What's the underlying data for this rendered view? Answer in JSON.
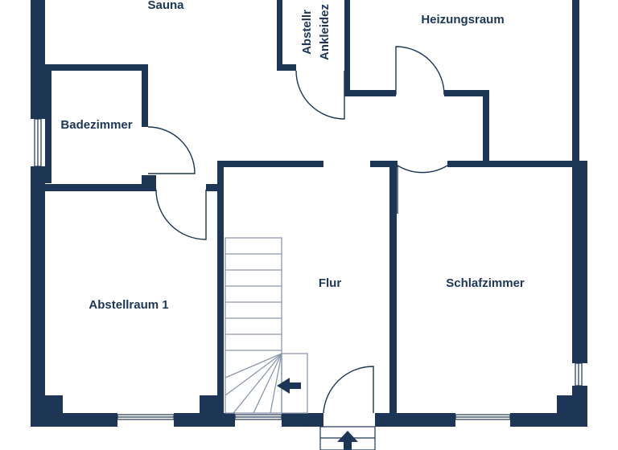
{
  "colors": {
    "wall": "#1e3655",
    "door_line": "#1e3655",
    "stairs": "#8a98ab",
    "background": "#ffffff"
  },
  "rooms": {
    "sauna": "Sauna",
    "storage_dressing_line1": "Abstellr",
    "storage_dressing_line2": "Ankleidez",
    "boiler_room": "Heizungsraum",
    "bathroom": "Badezimmer",
    "storage_room_1": "Abstellraum 1",
    "hallway": "Flur",
    "bedroom": "Schlafzimmer"
  },
  "icons": {
    "entrance": "entrance-arrow-icon",
    "stairs_direction": "stairs-direction-arrow-icon"
  }
}
